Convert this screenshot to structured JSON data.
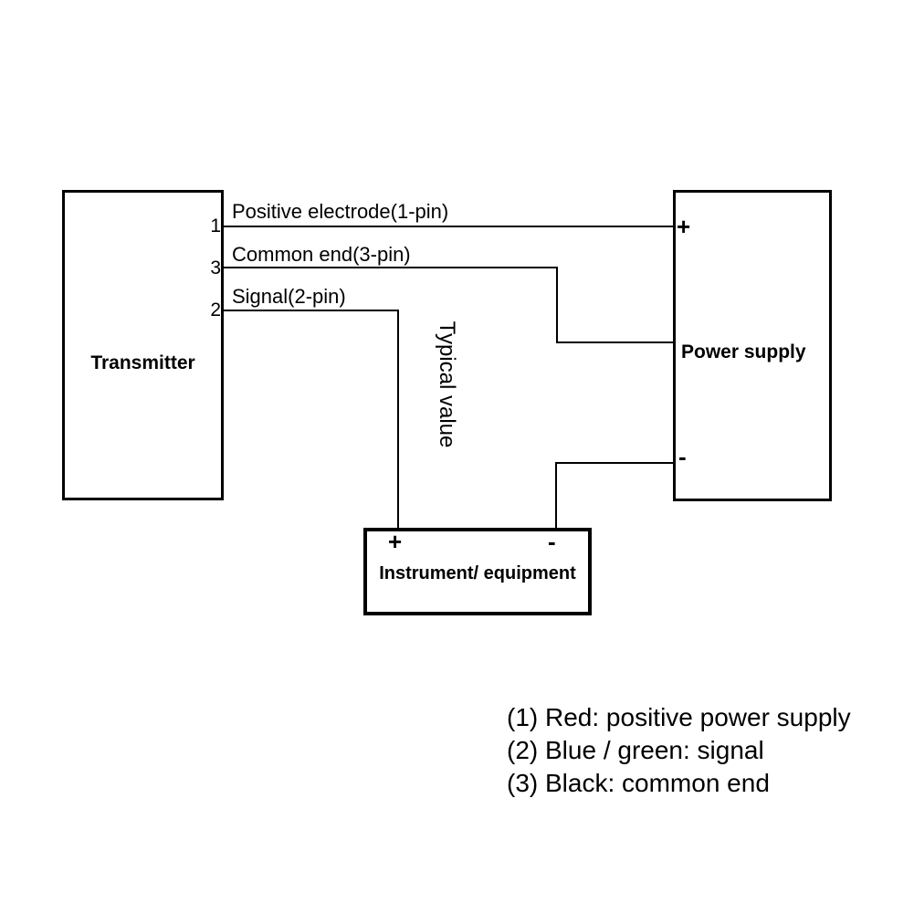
{
  "diagram": {
    "transmitter": {
      "label": "Transmitter"
    },
    "power_supply": {
      "label": "Power supply",
      "plus_terminal": "+",
      "minus_terminal": "-"
    },
    "instrument": {
      "label": "Instrument/ equipment",
      "plus_terminal": "+",
      "minus_terminal": "-"
    },
    "wires": [
      {
        "pin": "1",
        "label": "Positive electrode(1-pin)"
      },
      {
        "pin": "3",
        "label": "Common end(3-pin)"
      },
      {
        "pin": "2",
        "label": "Signal(2-pin)"
      }
    ],
    "vertical_note": "Typical value",
    "legend": {
      "lines": [
        "(1) Red: positive power supply",
        "(2) Blue / green: signal",
        "(3) Black: common end"
      ]
    }
  },
  "colors": {
    "line": "#000000",
    "text": "#000000",
    "background": "#ffffff"
  }
}
